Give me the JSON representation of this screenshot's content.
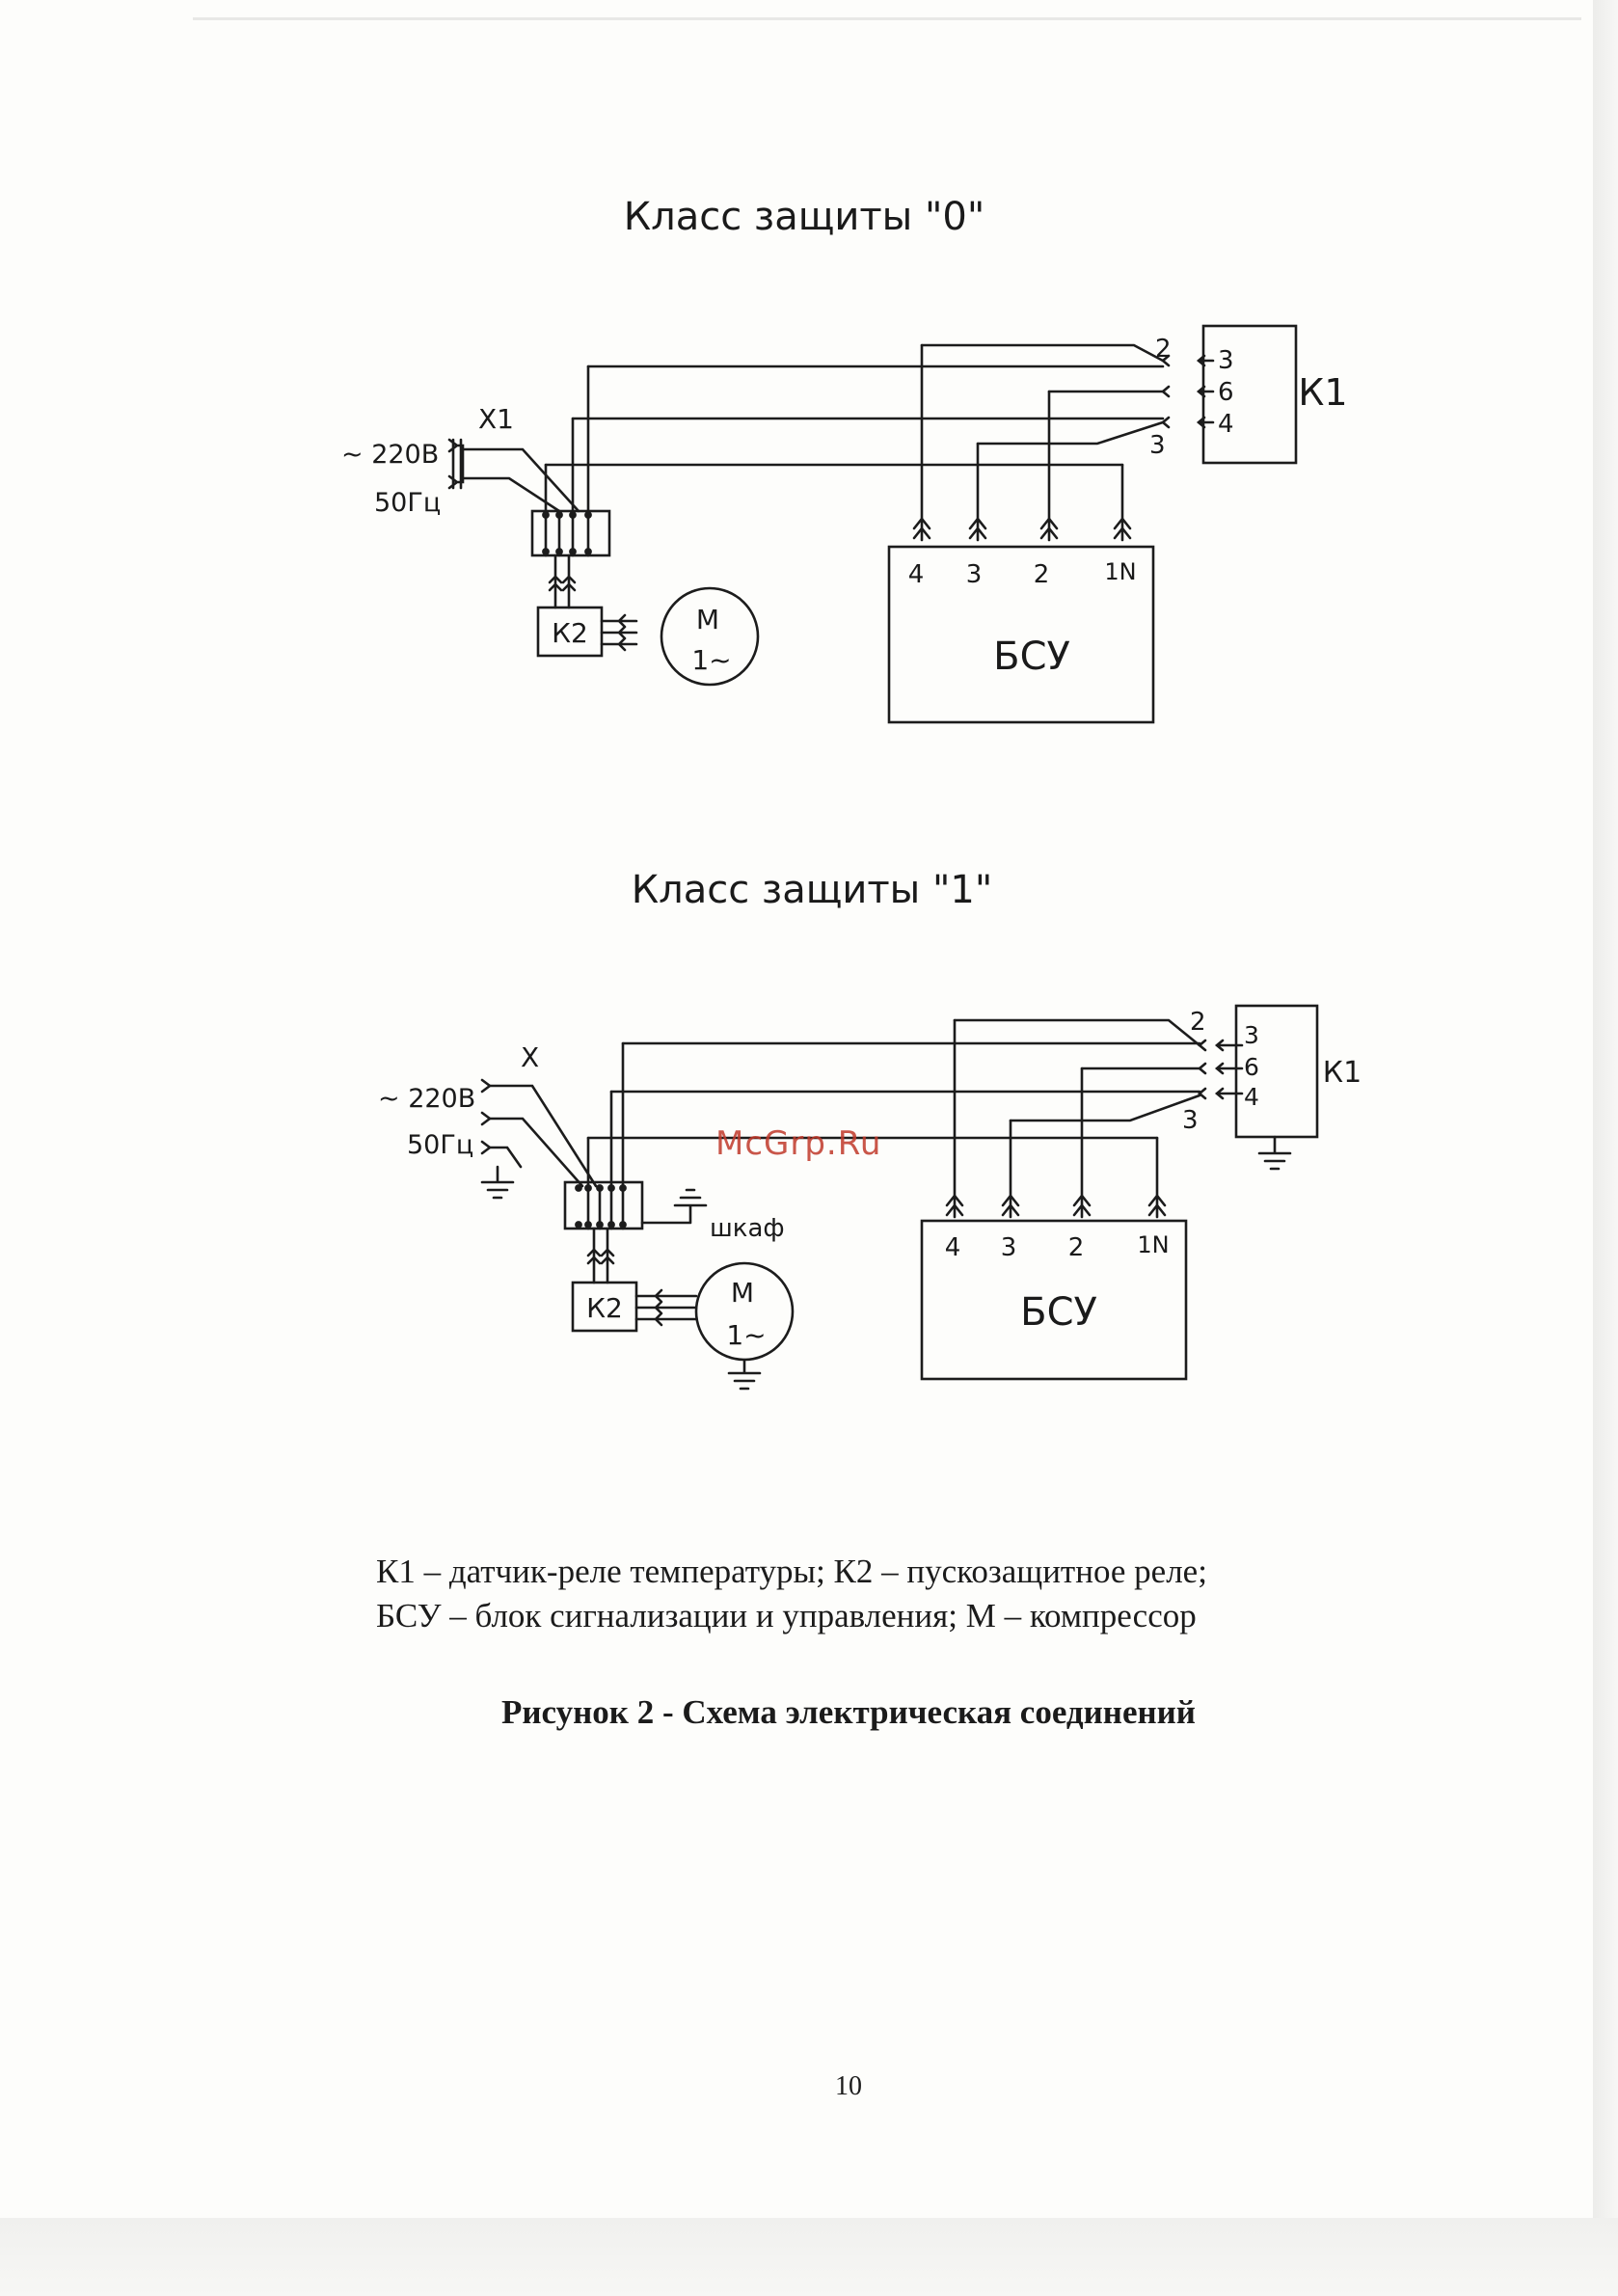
{
  "diagrams": [
    {
      "title": "Класс защиты \"0\"",
      "connector": "X1",
      "supply_voltage": "~ 220В",
      "supply_freq": "50Гц",
      "relay": "К2",
      "motor": [
        "М",
        "1~"
      ],
      "sensor": "К1",
      "sensor_pins": [
        "3",
        "6",
        "4"
      ],
      "sensor_wire_top": "2",
      "sensor_wire_bottom": "3",
      "block": "БСУ",
      "block_pins": [
        "4",
        "3",
        "2",
        "1N"
      ]
    },
    {
      "title": "Класс защиты \"1\"",
      "connector": "Х",
      "supply_voltage": "~ 220В",
      "supply_freq": "50Гц",
      "cabinet": "шкаф",
      "relay": "К2",
      "motor": [
        "М",
        "1~"
      ],
      "sensor": "К1",
      "sensor_pins": [
        "3",
        "6",
        "4"
      ],
      "sensor_wire_top": "2",
      "sensor_wire_bottom": "3",
      "block": "БСУ",
      "block_pins": [
        "4",
        "3",
        "2",
        "1N"
      ]
    }
  ],
  "legend": {
    "line1": "К1 – датчик-реле температуры;  К2 – пускозащитное реле;",
    "line2": "БСУ – блок сигнализации и управления; М – компрессор"
  },
  "caption": "Рисунок 2 - Схема электрическая соединений",
  "page_number": "10",
  "watermark": "McGrp.Ru"
}
